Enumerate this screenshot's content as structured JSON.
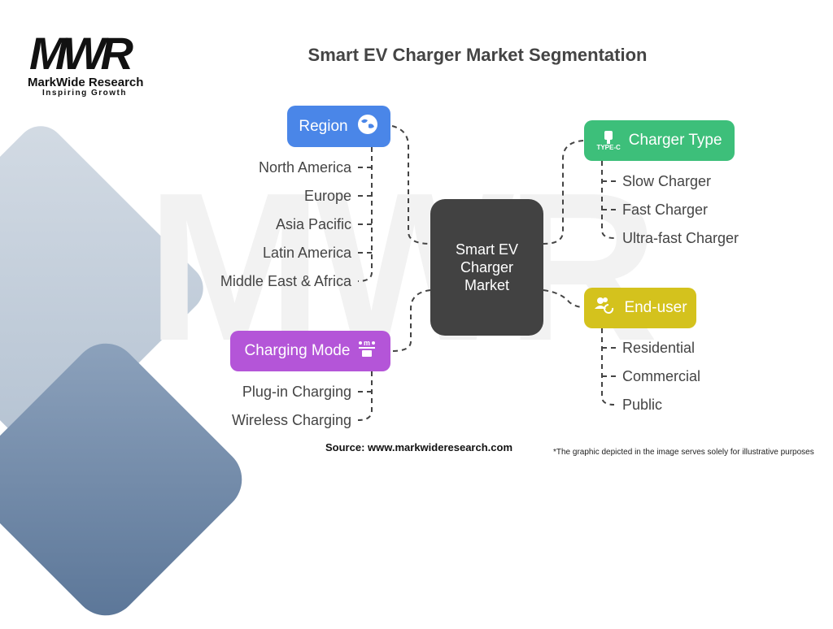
{
  "logo": {
    "mark": "MWR",
    "name": "MarkWide Research",
    "tagline": "Inspiring Growth"
  },
  "title": "Smart EV Charger Market Segmentation",
  "center": {
    "lines": [
      "Smart EV",
      "Charger",
      "Market"
    ]
  },
  "segments": {
    "region": {
      "label": "Region",
      "icon": "globe-icon",
      "color": "#4a86e8",
      "items": [
        "North America",
        "Europe",
        "Asia Pacific",
        "Latin America",
        "Middle East & Africa"
      ]
    },
    "charger_type": {
      "label": "Charger Type",
      "icon": "type-c-plug-icon",
      "icon_text": "TYPE-C",
      "color": "#3dbf7a",
      "items": [
        "Slow Charger",
        "Fast Charger",
        "Ultra-fast Charger"
      ]
    },
    "charging_mode": {
      "label": "Charging Mode",
      "icon": "charging-mode-icon",
      "color": "#b455d8",
      "items": [
        "Plug-in Charging",
        "Wireless Charging"
      ]
    },
    "end_user": {
      "label": "End-user",
      "icon": "users-refresh-icon",
      "color": "#d4c21d",
      "items": [
        "Residential",
        "Commercial",
        "Public"
      ]
    }
  },
  "footer": {
    "source": "Source: www.markwideresearch.com",
    "note": "*The graphic depicted in the image serves solely for illustrative purposes"
  }
}
